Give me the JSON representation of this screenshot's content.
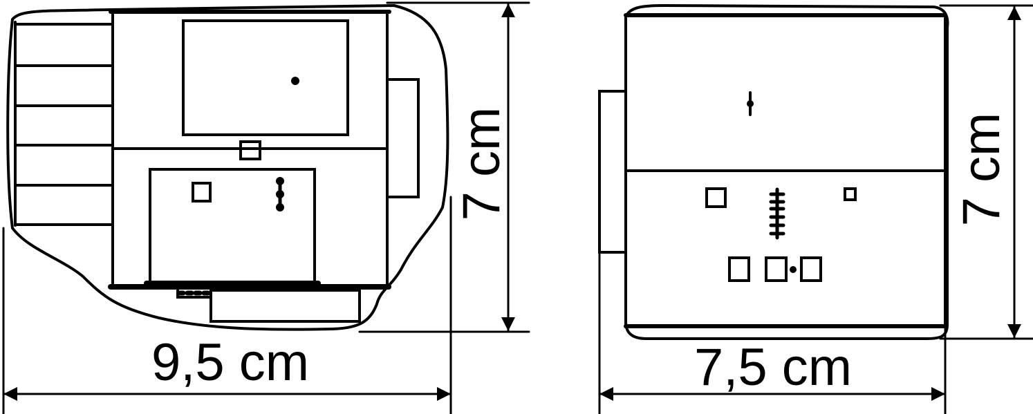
{
  "colors": {
    "stroke": "#000000",
    "background": "#ffffff"
  },
  "side_view": {
    "width_label": "9,5 cm",
    "height_label": "7 cm"
  },
  "front_view": {
    "width_label": "7,5 cm",
    "height_label": "7 cm"
  }
}
